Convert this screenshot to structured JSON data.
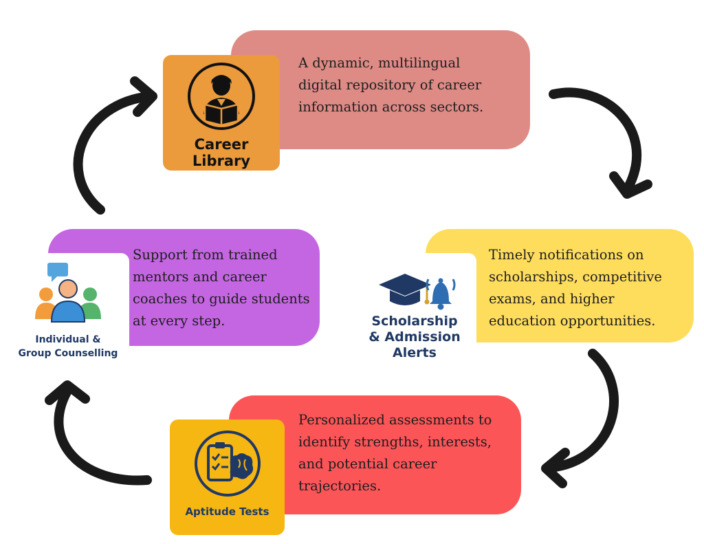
{
  "colors": {
    "career_card": "#de8b86",
    "career_tile": "#eb9a3c",
    "scholarship_card": "#fedd5d",
    "aptitude_card": "#fc5558",
    "aptitude_tile": "#f7b712",
    "counselling_card": "#c466e2",
    "navy": "#1f3864",
    "arrow": "#1a1a1a"
  },
  "steps": {
    "career_library": {
      "label": "Career\nLibrary",
      "icon": "person-reading-book-icon",
      "description": "A dynamic, multilingual\ndigital repository of career\ninformation across sectors."
    },
    "scholarship_alerts": {
      "label": "Scholarship\n& Admission\nAlerts",
      "icon": "graduation-cap-bell-icon",
      "description": "Timely notifications on\nscholarships, competitive\nexams, and higher\neducation opportunities."
    },
    "aptitude_tests": {
      "label": "Aptitude Tests",
      "icon": "clipboard-brain-icon",
      "description": "Personalized assessments to\nidentify strengths, interests,\nand potential career\ntrajectories."
    },
    "counselling": {
      "label": "Individual &\nGroup Counselling",
      "icon": "group-chat-people-icon",
      "description": "Support from trained\nmentors and career\ncoaches to guide students\nat every step."
    }
  },
  "flow": [
    "career_library",
    "scholarship_alerts",
    "aptitude_tests",
    "counselling"
  ]
}
